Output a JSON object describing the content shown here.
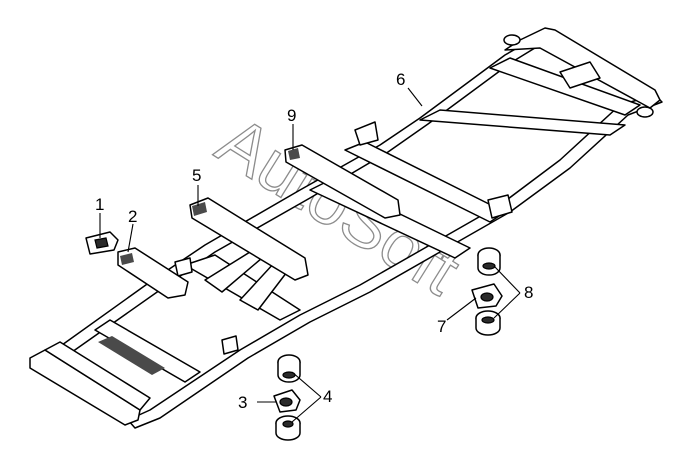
{
  "diagram": {
    "watermark": "AutoSoft",
    "callouts": [
      {
        "id": "c1",
        "label": "1"
      },
      {
        "id": "c2",
        "label": "2"
      },
      {
        "id": "c3",
        "label": "3"
      },
      {
        "id": "c4",
        "label": "4"
      },
      {
        "id": "c5",
        "label": "5"
      },
      {
        "id": "c6",
        "label": "6"
      },
      {
        "id": "c7",
        "label": "7"
      },
      {
        "id": "c8",
        "label": "8"
      },
      {
        "id": "c9",
        "label": "9"
      }
    ]
  }
}
